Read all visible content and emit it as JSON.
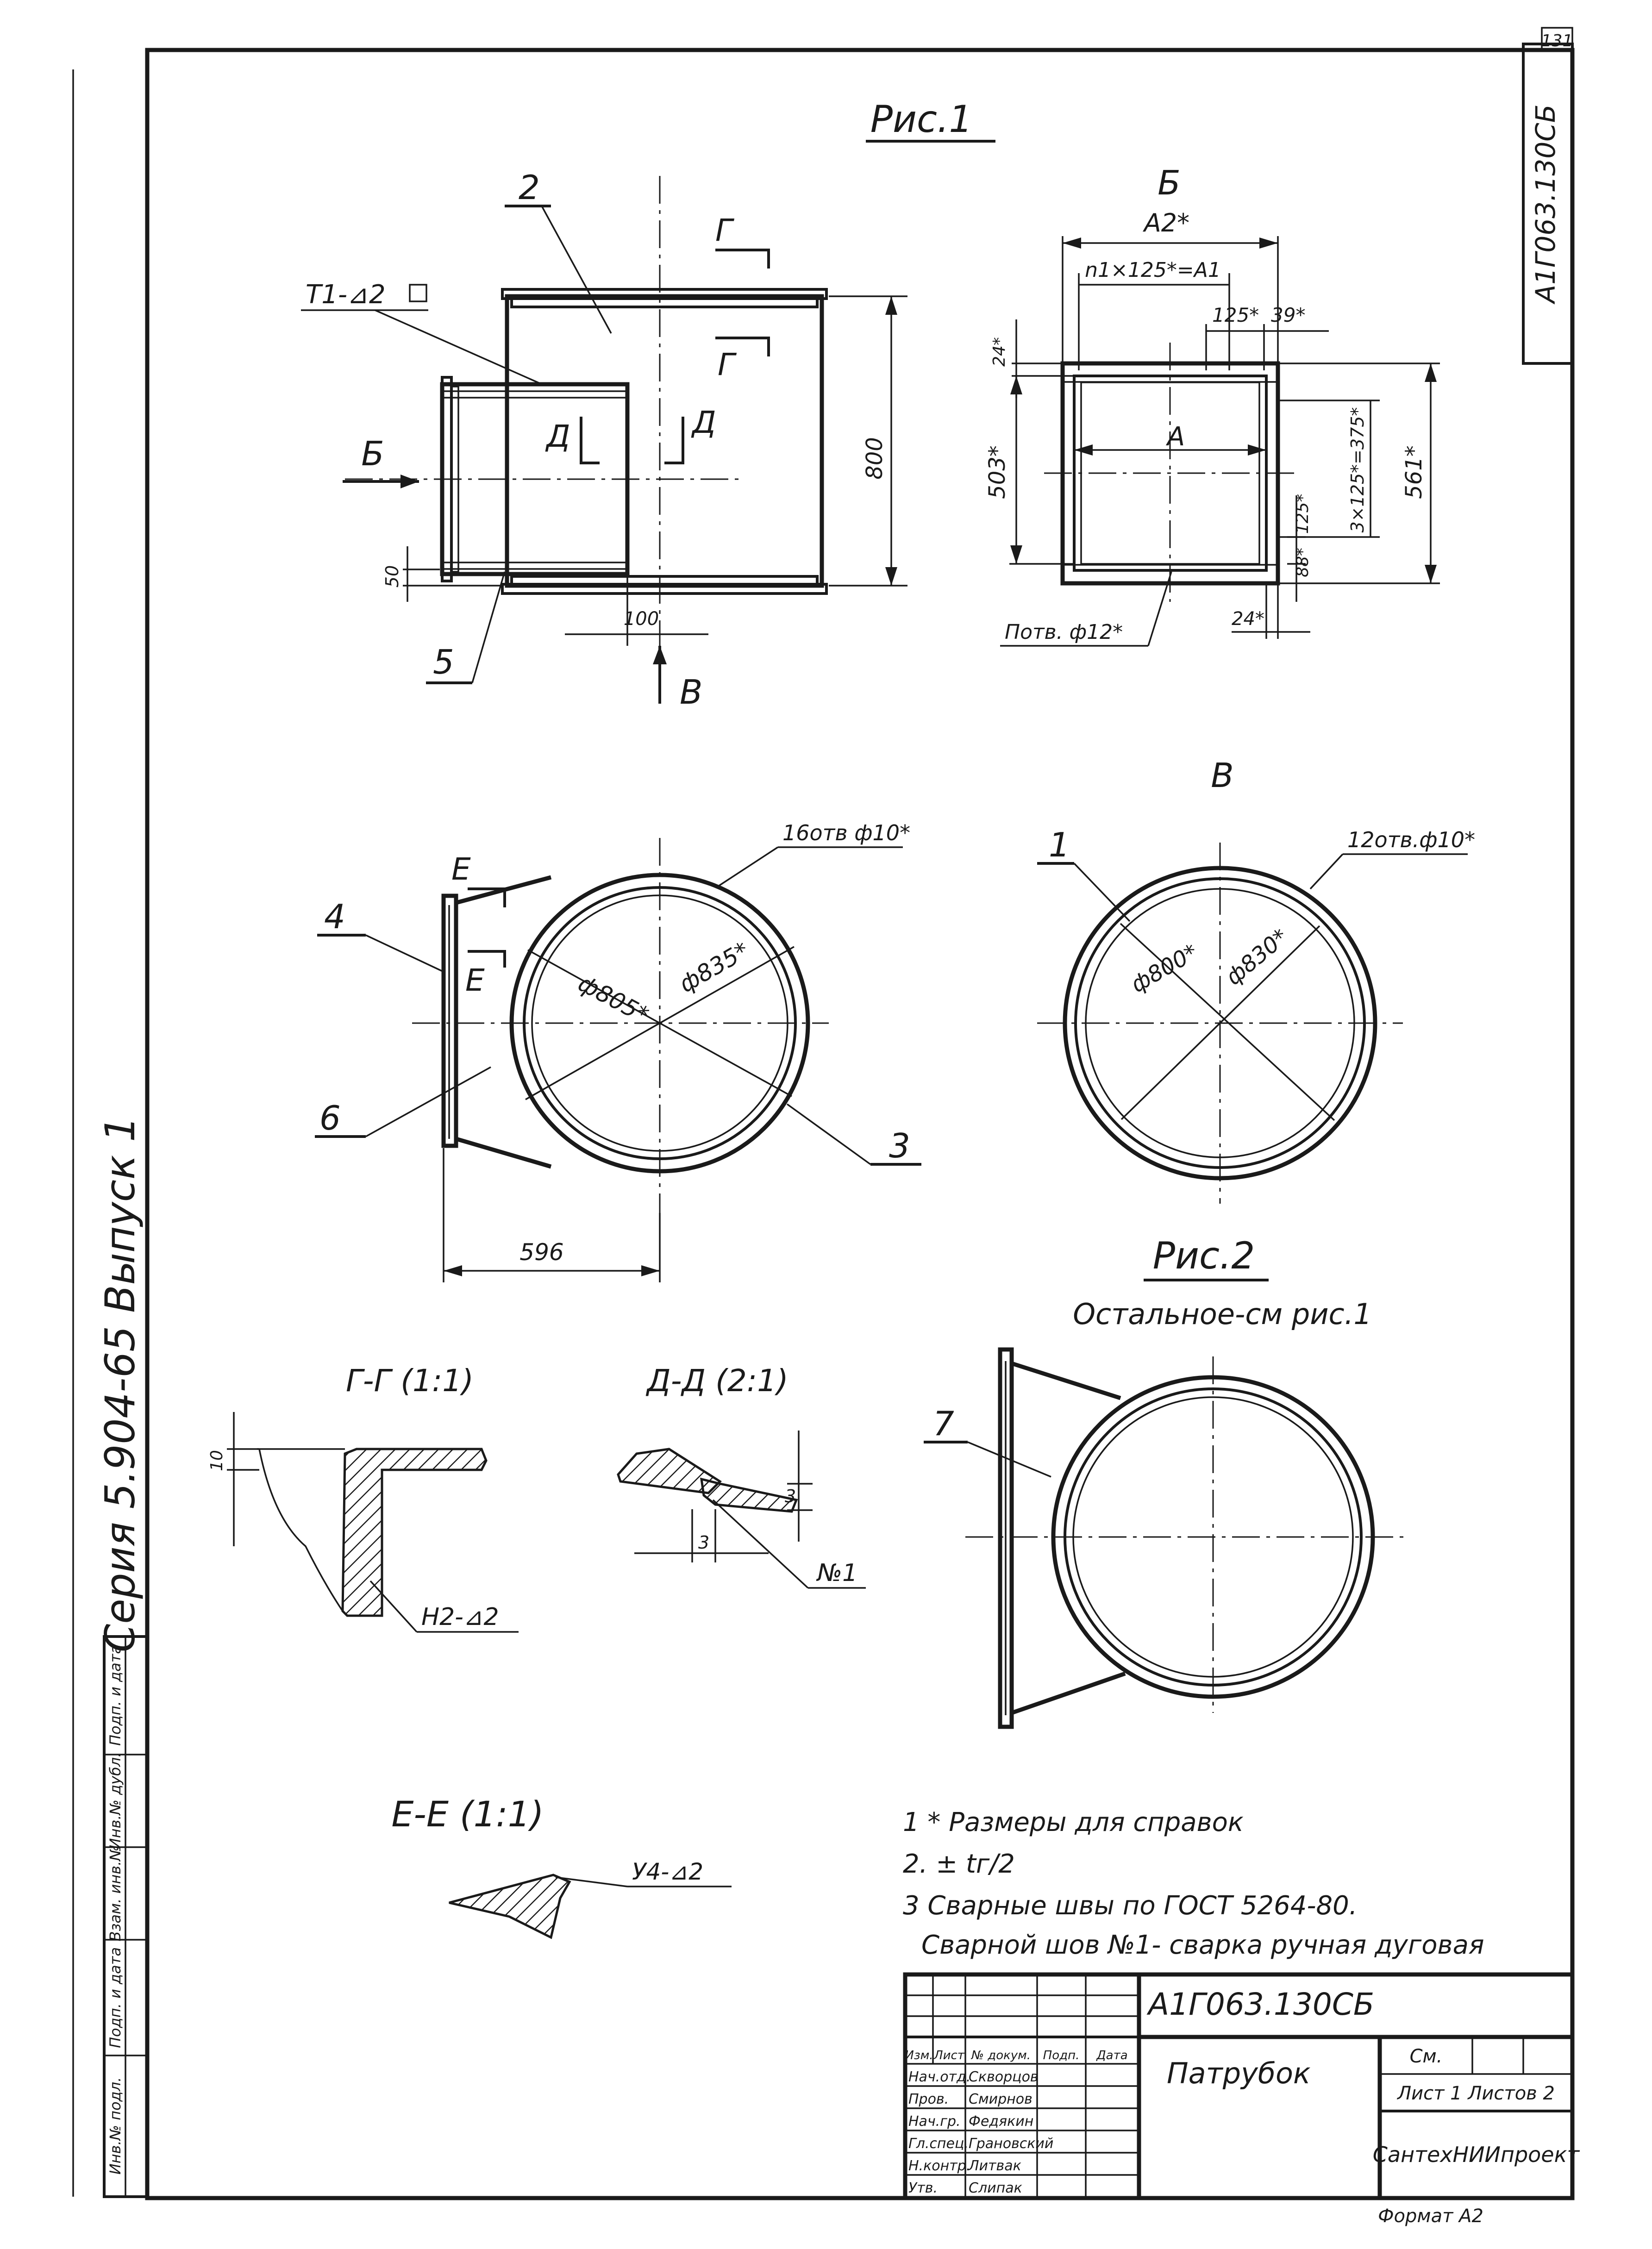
{
  "sheet": {
    "page_number": "131",
    "drawing_code_vertical": "А1Г063.130СБ",
    "series_vertical": "Серия 5.904-65 Выпуск 1",
    "format_footer": "Формат А2"
  },
  "left_strip": {
    "fields": [
      "Подп. и дата",
      "Инв.№ дубл.",
      "Взам. инв.№",
      "Подп. и дата",
      "Инв.№ подл."
    ]
  },
  "fig1": {
    "title": "Рис.1",
    "front": {
      "part_2": "2",
      "part_5": "5",
      "weld_t1": "Т1-⊿2",
      "view_b_arrow": "Б",
      "view_v_arrow": "В",
      "section_g": "Г",
      "section_d": "Д",
      "dim_800": "800",
      "dim_50": "50",
      "dim_100": "100"
    },
    "view_b": {
      "label": "Б",
      "dim_a2": "А2*",
      "dim_n1": "n1×125*=A1",
      "dim_125_top": "125*",
      "dim_39": "39*",
      "dim_24_top": "24*",
      "dim_503": "503*",
      "dim_a": "А",
      "dim_3x125": "3×125*=375*",
      "dim_561": "561*",
      "dim_125_side": "125*",
      "dim_88": "88*",
      "dim_24_bottom": "24*",
      "holes_note": "Потв. ф12*"
    },
    "plan": {
      "part_4": "4",
      "part_6": "6",
      "part_3": "3",
      "section_e": "Е",
      "holes_note": "16отв ф10*",
      "dia_805": "ф805*",
      "dia_835": "ф835*",
      "dim_596": "596"
    },
    "view_v": {
      "label": "В",
      "part_1": "1",
      "holes_note": "12отв.ф10*",
      "dia_800": "ф800*",
      "dia_830": "ф830*"
    }
  },
  "fig2": {
    "title": "Рис.2",
    "subtitle": "Остальное-см рис.1",
    "part_7": "7"
  },
  "sections": {
    "g_title": "Г-Г (1:1)",
    "g_dim_10": "10",
    "g_weld": "Н2-⊿2",
    "d_title": "Д-Д (2:1)",
    "d_dim_3a": "3",
    "d_dim_3b": "3",
    "d_weld": "№1",
    "e_title": "Е-Е (1:1)",
    "e_weld": "У4-⊿2"
  },
  "notes": [
    "1 * Размеры для справок",
    "2. ± tг/2",
    "3 Сварные швы по ГОСТ 5264-80.",
    "Сварной шов №1- сварка ручная дуговая"
  ],
  "title_block": {
    "code": "А1Г063.130СБ",
    "name": "Патрубок",
    "sheet_label": "См.",
    "sheet_row": "Лист 1 Листов 2",
    "organization": "СантехНИИпроект",
    "header": [
      "Изм.",
      "Лист",
      "№ докум.",
      "Подп.",
      "Дата"
    ],
    "roles": [
      {
        "role": "Нач.отд.",
        "name": "Скворцов"
      },
      {
        "role": "Пров.",
        "name": "Смирнов"
      },
      {
        "role": "Нач.гр.",
        "name": "Федякин"
      },
      {
        "role": "Гл.спец.",
        "name": "Грановский"
      },
      {
        "role": "Н.контр.",
        "name": "Литвак"
      },
      {
        "role": "Утв.",
        "name": "Слипак"
      }
    ]
  }
}
